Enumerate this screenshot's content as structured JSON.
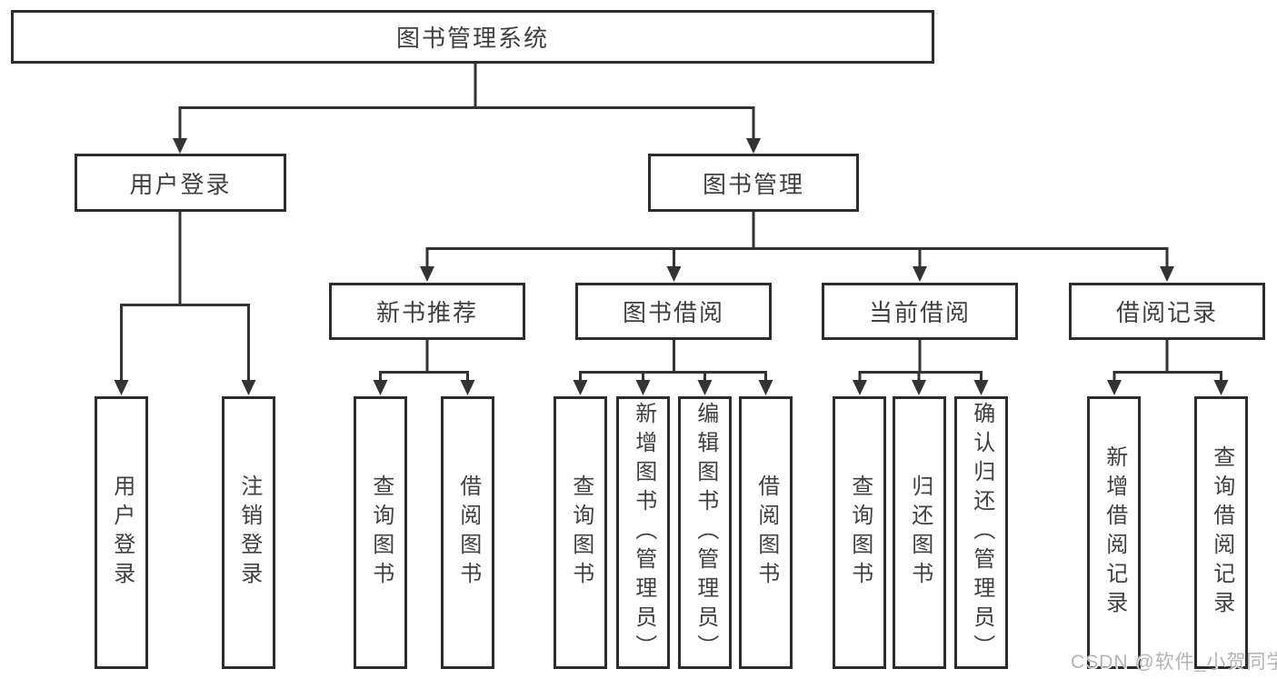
{
  "diagram": {
    "root": {
      "label": "图书管理系统"
    },
    "branches": [
      {
        "label": "用户登录",
        "leaves": [
          {
            "label": "用户登录"
          },
          {
            "label": "注销登录"
          }
        ]
      },
      {
        "label": "图书管理",
        "groups": [
          {
            "label": "新书推荐",
            "leaves": [
              {
                "label": "查询图书"
              },
              {
                "label": "借阅图书"
              }
            ]
          },
          {
            "label": "图书借阅",
            "leaves": [
              {
                "label": "查询图书"
              },
              {
                "label": "新增图书（管理员）"
              },
              {
                "label": "编辑图书（管理员）"
              },
              {
                "label": "借阅图书"
              }
            ]
          },
          {
            "label": "当前借阅",
            "leaves": [
              {
                "label": "查询图书"
              },
              {
                "label": "归还图书"
              },
              {
                "label": "确认归还（管理员）"
              }
            ]
          },
          {
            "label": "借阅记录",
            "leaves": [
              {
                "label": "新增借阅记录"
              },
              {
                "label": "查询借阅记录"
              }
            ]
          }
        ]
      }
    ],
    "colors": {
      "line": "#333333",
      "box_border": "#2d2d2d",
      "text": "#404040",
      "watermark": "#b4b4b4",
      "background": "#ffffff"
    }
  },
  "watermark": {
    "text": "CSDN @软件_小贺同学"
  }
}
